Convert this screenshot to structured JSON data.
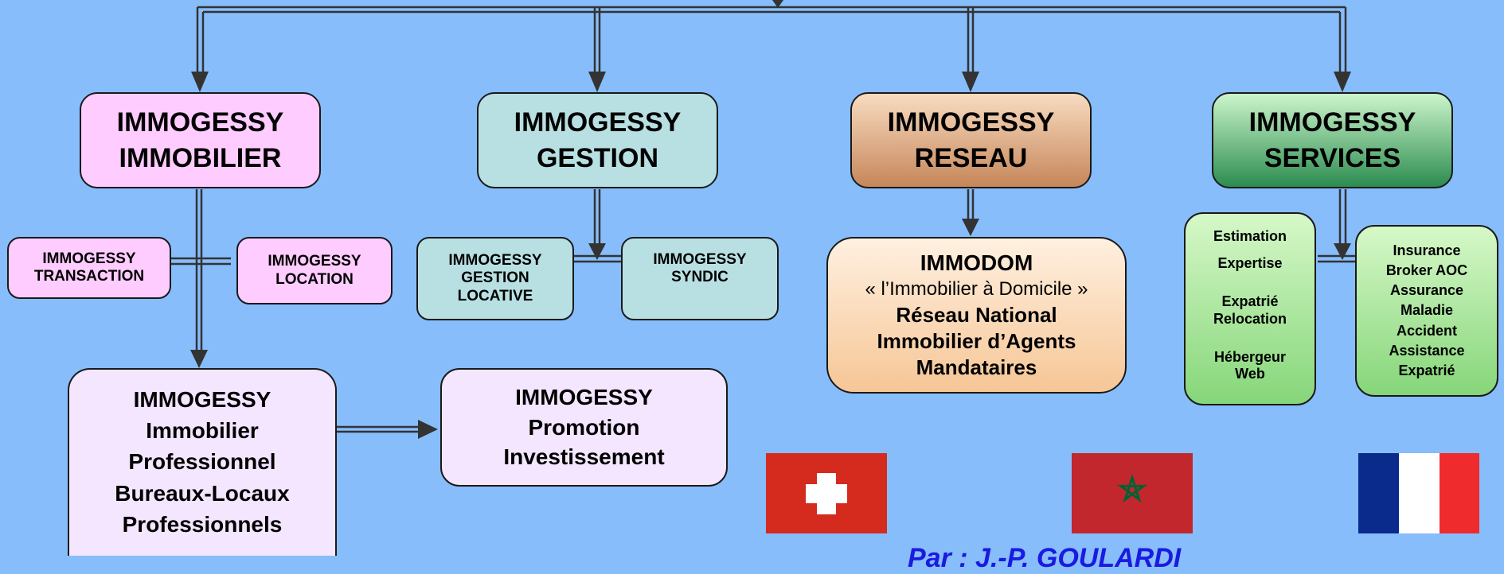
{
  "boxes": {
    "immobilier": {
      "line1": "IMMOGESSY",
      "line2": "IMMOBILIER"
    },
    "gestion": {
      "line1": "IMMOGESSY",
      "line2": "GESTION"
    },
    "reseau": {
      "line1": "IMMOGESSY",
      "line2": "RESEAU"
    },
    "services": {
      "line1": "IMMOGESSY",
      "line2": "SERVICES"
    },
    "transaction": {
      "line1": "IMMOGESSY",
      "line2": "TRANSACTION"
    },
    "location": {
      "line1": "IMMOGESSY",
      "line2": "LOCATION"
    },
    "gestion_locative": {
      "line1": "IMMOGESSY",
      "line2": "GESTION",
      "line3": "LOCATIVE"
    },
    "syndic": {
      "line1": "IMMOGESSY",
      "line2": "SYNDIC"
    },
    "immodom": {
      "title": "IMMODOM",
      "tagline": "« l’Immobilier à Domicile »",
      "line1": "Réseau National",
      "line2": "Immobilier d’Agents",
      "line3": "Mandataires"
    },
    "services_left": {
      "item1": "Estimation",
      "item2": "Expertise",
      "item3a": "Expatrié",
      "item3b": "Relocation",
      "item4a": "Hébergeur",
      "item4b": "Web"
    },
    "services_right": {
      "line1": "Insurance",
      "line2": "Broker AOC",
      "line3": "Assurance",
      "line4": "Maladie",
      "line5": "Accident",
      "line6": "Assistance",
      "line7": "Expatrié"
    },
    "professionnel": {
      "line1": "IMMOGESSY",
      "line2": "Immobilier",
      "line3": "Professionnel",
      "line4": "Bureaux-Locaux",
      "line5": "Professionnels"
    },
    "promotion": {
      "line1": "IMMOGESSY",
      "line2": "Promotion",
      "line3": "Investissement"
    }
  },
  "flags": {
    "switzerland": {
      "icon": "swiss-flag-icon",
      "colors": [
        "#d52b1e",
        "#ffffff"
      ]
    },
    "morocco": {
      "icon": "moroccan-flag-icon",
      "colors": [
        "#c1272d",
        "#006233"
      ]
    },
    "france": {
      "icon": "french-flag-icon",
      "colors": [
        "#0a2a8c",
        "#ffffff",
        "#ef2b2d"
      ]
    }
  },
  "signature": "Par : J.-P. GOULARDI",
  "colors": {
    "background": "#87bdfb",
    "connector": "#333333",
    "signature": "#1a1ae0"
  }
}
